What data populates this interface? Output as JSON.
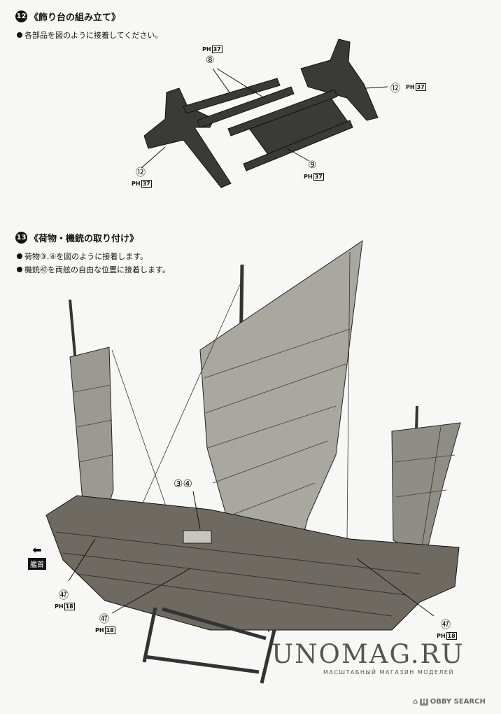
{
  "step12": {
    "number": "12",
    "title": "《飾り台の組み立て》",
    "notes": [
      "各部品を図のように接着してください。"
    ],
    "labels": {
      "p8": "⑧",
      "p12a": "⑫",
      "p12b": "⑫",
      "p9": "⑨"
    },
    "ref": {
      "prefix": "PH",
      "num": "37"
    }
  },
  "step13": {
    "number": "13",
    "title": "《荷物・機銃の取り付け》",
    "notes": [
      "荷物③.④を図のように接着します。",
      "機銃㊼を両舷の自由な位置に接着します。"
    ],
    "labels": {
      "p34": "③④",
      "p47a": "㊼",
      "p47b": "㊼",
      "p47c": "㊼"
    },
    "ref": {
      "prefix": "PH",
      "num": "18"
    },
    "bow_label": "艦首"
  },
  "watermark": {
    "main": "UNOMAG.RU",
    "sub": "МАСШТАБНЫЙ МАГАЗИН МОДЕЛЕЙ"
  },
  "footer": {
    "logo": "H",
    "brand": "OBBY SEARCH"
  }
}
